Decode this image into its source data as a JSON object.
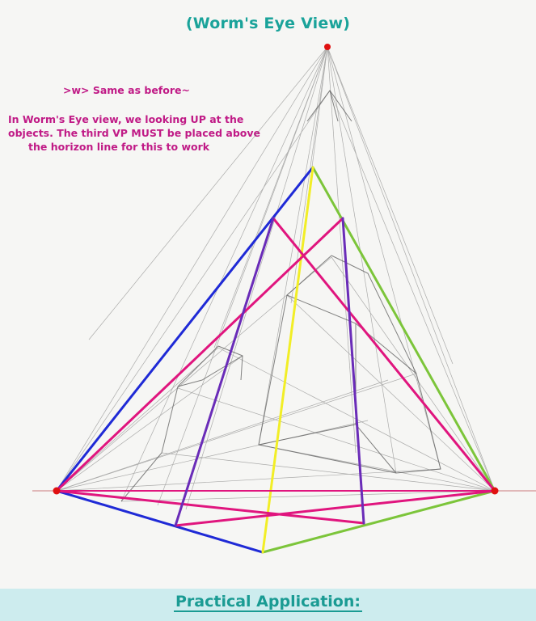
{
  "title": "(Worm's Eye View)",
  "note_short": ">w> Same as before~",
  "note_lines": [
    "In Worm's Eye view, we looking UP at the",
    "objects. The third VP MUST be placed above",
    "the horizon line for this to work"
  ],
  "footer_title": "Practical Application:",
  "colors": {
    "title": "#1aa39a",
    "note": "#c01a86",
    "horizon": "#d9a4a4",
    "vanishing_point": "#e01010",
    "blue": "#1f2ad6",
    "green": "#7cc53a",
    "magenta": "#e0157e",
    "purple": "#6a2cb8",
    "yellow": "#f2ee26",
    "pencil": "#6e6e6e",
    "footer_bg": "#cdecee"
  }
}
